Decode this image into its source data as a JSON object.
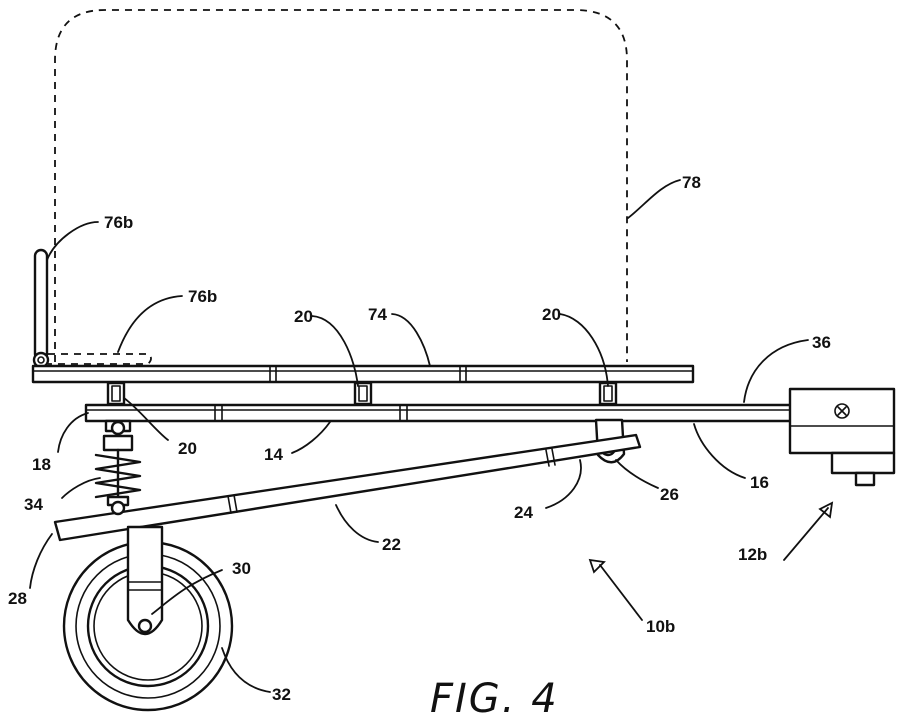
{
  "figure": {
    "caption": "FIG. 4",
    "labels": {
      "r78": "78",
      "r76b_a": "76b",
      "r76b_b": "76b",
      "r74": "74",
      "r20_a": "20",
      "r20_b": "20",
      "r20_c": "20",
      "r36": "36",
      "r18": "18",
      "r14": "14",
      "r34": "34",
      "r26": "26",
      "r16": "16",
      "r24": "24",
      "r22": "22",
      "r12b": "12b",
      "r28": "28",
      "r30": "30",
      "r10b": "10b",
      "r32": "32"
    }
  }
}
